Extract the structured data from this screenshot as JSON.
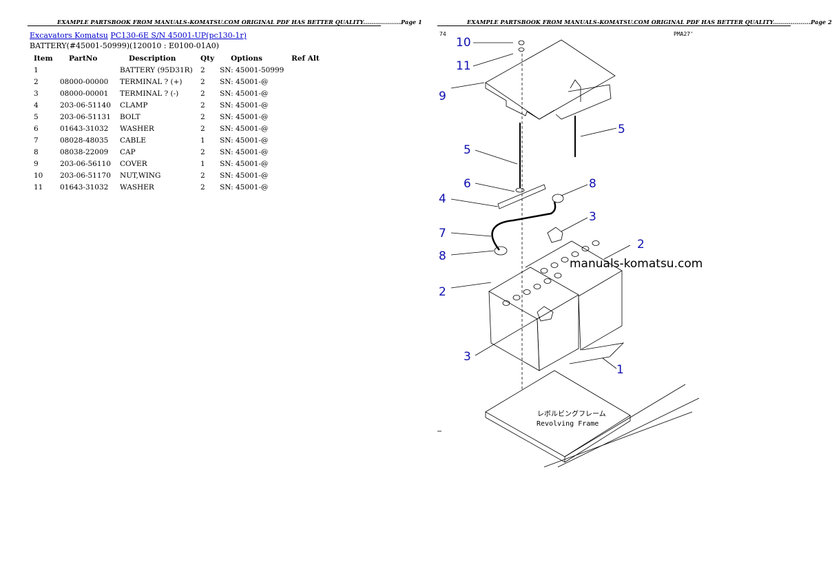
{
  "header": {
    "text_page1": "EXAMPLE PARTSBOOK FROM MANUALS-KOMATSU.COM ORIGINAL PDF HAS BETTER QUALITY...................Page 1",
    "text_page2": "EXAMPLE PARTSBOOK FROM MANUALS-KOMATSU.COM ORIGINAL PDF HAS BETTER QUALITY...................Page 2"
  },
  "breadcrumb": {
    "link1": "Excavators Komatsu",
    "link2": "PC130-6E S/N 45001-UP(pc130-1r)"
  },
  "subtitle": "BATTERY(#45001-50999)(120010 : E0100-01A0)",
  "table": {
    "headers": [
      "Item",
      "PartNo",
      "Description",
      "Qty",
      "Options",
      "Ref Alt"
    ],
    "rows": [
      [
        "1",
        "",
        "BATTERY (95D31R)",
        "2",
        "SN: 45001-50999"
      ],
      [
        "2",
        "08000-00000",
        "TERMINAL ? (+)",
        "2",
        "SN: 45001-@"
      ],
      [
        "3",
        "08000-00001",
        "TERMINAL ? (-)",
        "2",
        "SN: 45001-@"
      ],
      [
        "4",
        "203-06-51140",
        "CLAMP",
        "2",
        "SN: 45001-@"
      ],
      [
        "5",
        "203-06-51131",
        "BOLT",
        "2",
        "SN: 45001-@"
      ],
      [
        "6",
        "01643-31032",
        "WASHER",
        "2",
        "SN: 45001-@"
      ],
      [
        "7",
        "08028-48035",
        "CABLE",
        "1",
        "SN: 45001-@"
      ],
      [
        "8",
        "08038-22009",
        "CAP",
        "2",
        "SN: 45001-@"
      ],
      [
        "9",
        "203-06-56110",
        "COVER",
        "1",
        "SN: 45001-@"
      ],
      [
        "10",
        "203-06-51170",
        "NUT,WING",
        "2",
        "SN: 45001-@"
      ],
      [
        "11",
        "01643-31032",
        "WASHER",
        "2",
        "SN: 45001-@"
      ]
    ]
  },
  "diagram": {
    "corner_left": "74",
    "corner_right": "PMA27'",
    "watermark": "manuals-komatsu.com",
    "frame_label_jp": "レボルビングフレーム",
    "frame_label": "Revolving Frame",
    "callouts": [
      "10",
      "11",
      "9",
      "5",
      "5",
      "6",
      "8",
      "4",
      "3",
      "7",
      "8",
      "2",
      "2",
      "3",
      "1"
    ],
    "callout_color": "#1010b0"
  }
}
